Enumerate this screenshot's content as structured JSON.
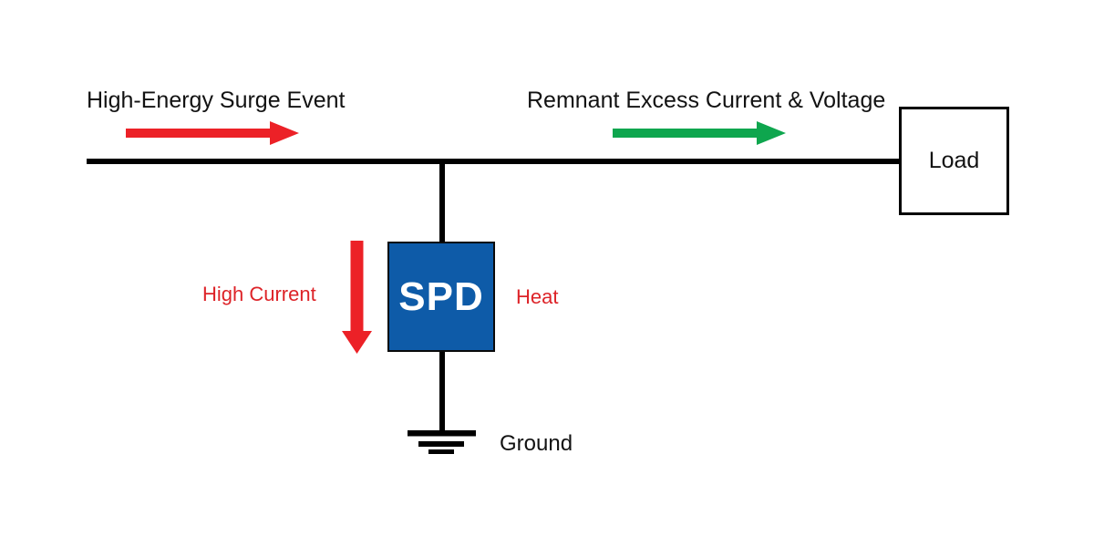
{
  "diagram": {
    "type": "circuit-schematic",
    "subject": "Surge Protective Device diverting a surge to ground"
  },
  "labels": {
    "surge_event": "High-Energy Surge Event",
    "remnant": "Remnant Excess Current & Voltage",
    "load": "Load",
    "spd": "SPD",
    "high_current": "High Current",
    "heat": "Heat",
    "ground": "Ground"
  },
  "colors": {
    "line": "#000000",
    "arrow_red": "#EC2127",
    "arrow_green": "#0EA64E",
    "text_red": "#DD2328",
    "spd_fill": "#0E5BA8",
    "spd_text": "#FFFFFF",
    "background": "#FFFFFF",
    "box_border": "#000000"
  }
}
